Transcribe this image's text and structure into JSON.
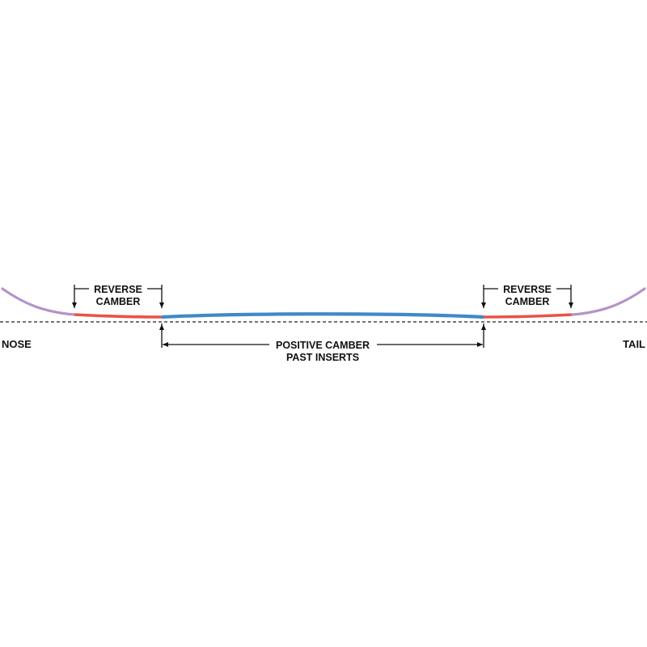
{
  "labels": {
    "nose": "NOSE",
    "tail": "TAIL",
    "reverse_left": [
      "REVERSE",
      "CAMBER"
    ],
    "reverse_right": [
      "REVERSE",
      "CAMBER"
    ],
    "positive": [
      "POSITIVE CAMBER",
      "PAST INSERTS"
    ]
  },
  "colors": {
    "rocker_tips": "#b493c8",
    "reverse_camber": "#e8534a",
    "positive_camber": "#3f89c9",
    "baseline": "#222222",
    "text": "#111111"
  },
  "legend_zones": [
    "tip",
    "reverse-camber",
    "positive-camber",
    "reverse-camber",
    "tip"
  ]
}
